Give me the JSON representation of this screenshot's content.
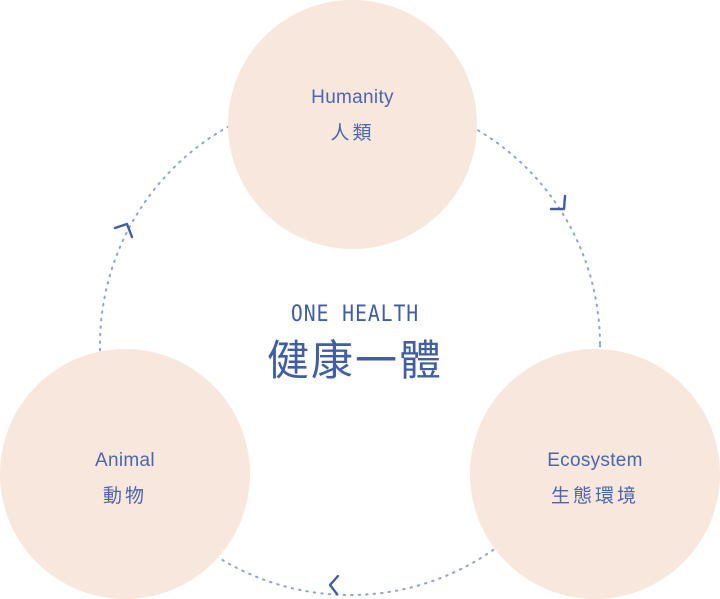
{
  "diagram": {
    "center": {
      "title_en": "ONE HEALTH",
      "title_zh": "健康一體"
    },
    "nodes": [
      {
        "id": "humanity",
        "label_en": "Humanity",
        "label_zh": "人類"
      },
      {
        "id": "animal",
        "label_en": "Animal",
        "label_zh": "動物"
      },
      {
        "id": "ecosystem",
        "label_en": "Ecosystem",
        "label_zh": "生態環境"
      }
    ],
    "cycle_direction": "clockwise",
    "colors": {
      "circle_fill": "#f8e7dc",
      "text": "#4a66ad",
      "ring_dots": "#8fa3d6",
      "arrow": "#3f5ea6"
    }
  }
}
